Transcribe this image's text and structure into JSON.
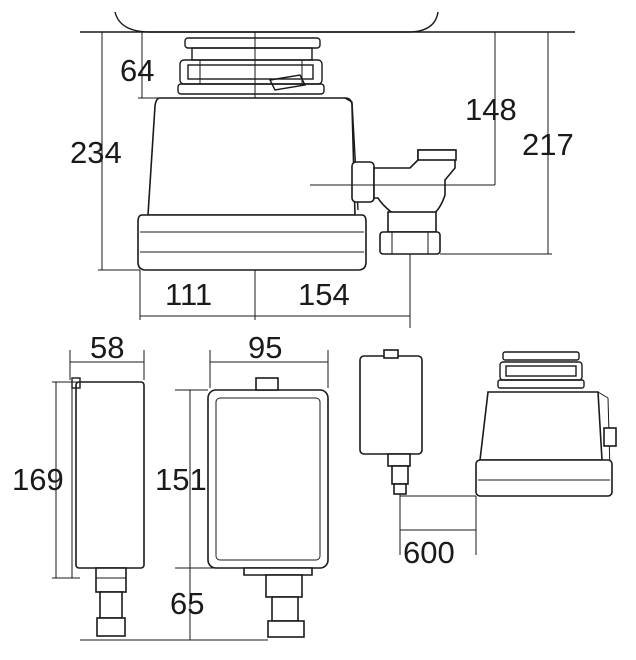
{
  "dimensions": {
    "flange_height": "64",
    "overall_height": "234",
    "outlet_height": "148",
    "waste_height": "217",
    "center_to_left": "111",
    "center_to_outlet": "154",
    "switch_width": "58",
    "switch_height": "169",
    "box_width": "95",
    "box_height": "151",
    "box_bottom_clearance": "65",
    "cable_length": "600"
  }
}
